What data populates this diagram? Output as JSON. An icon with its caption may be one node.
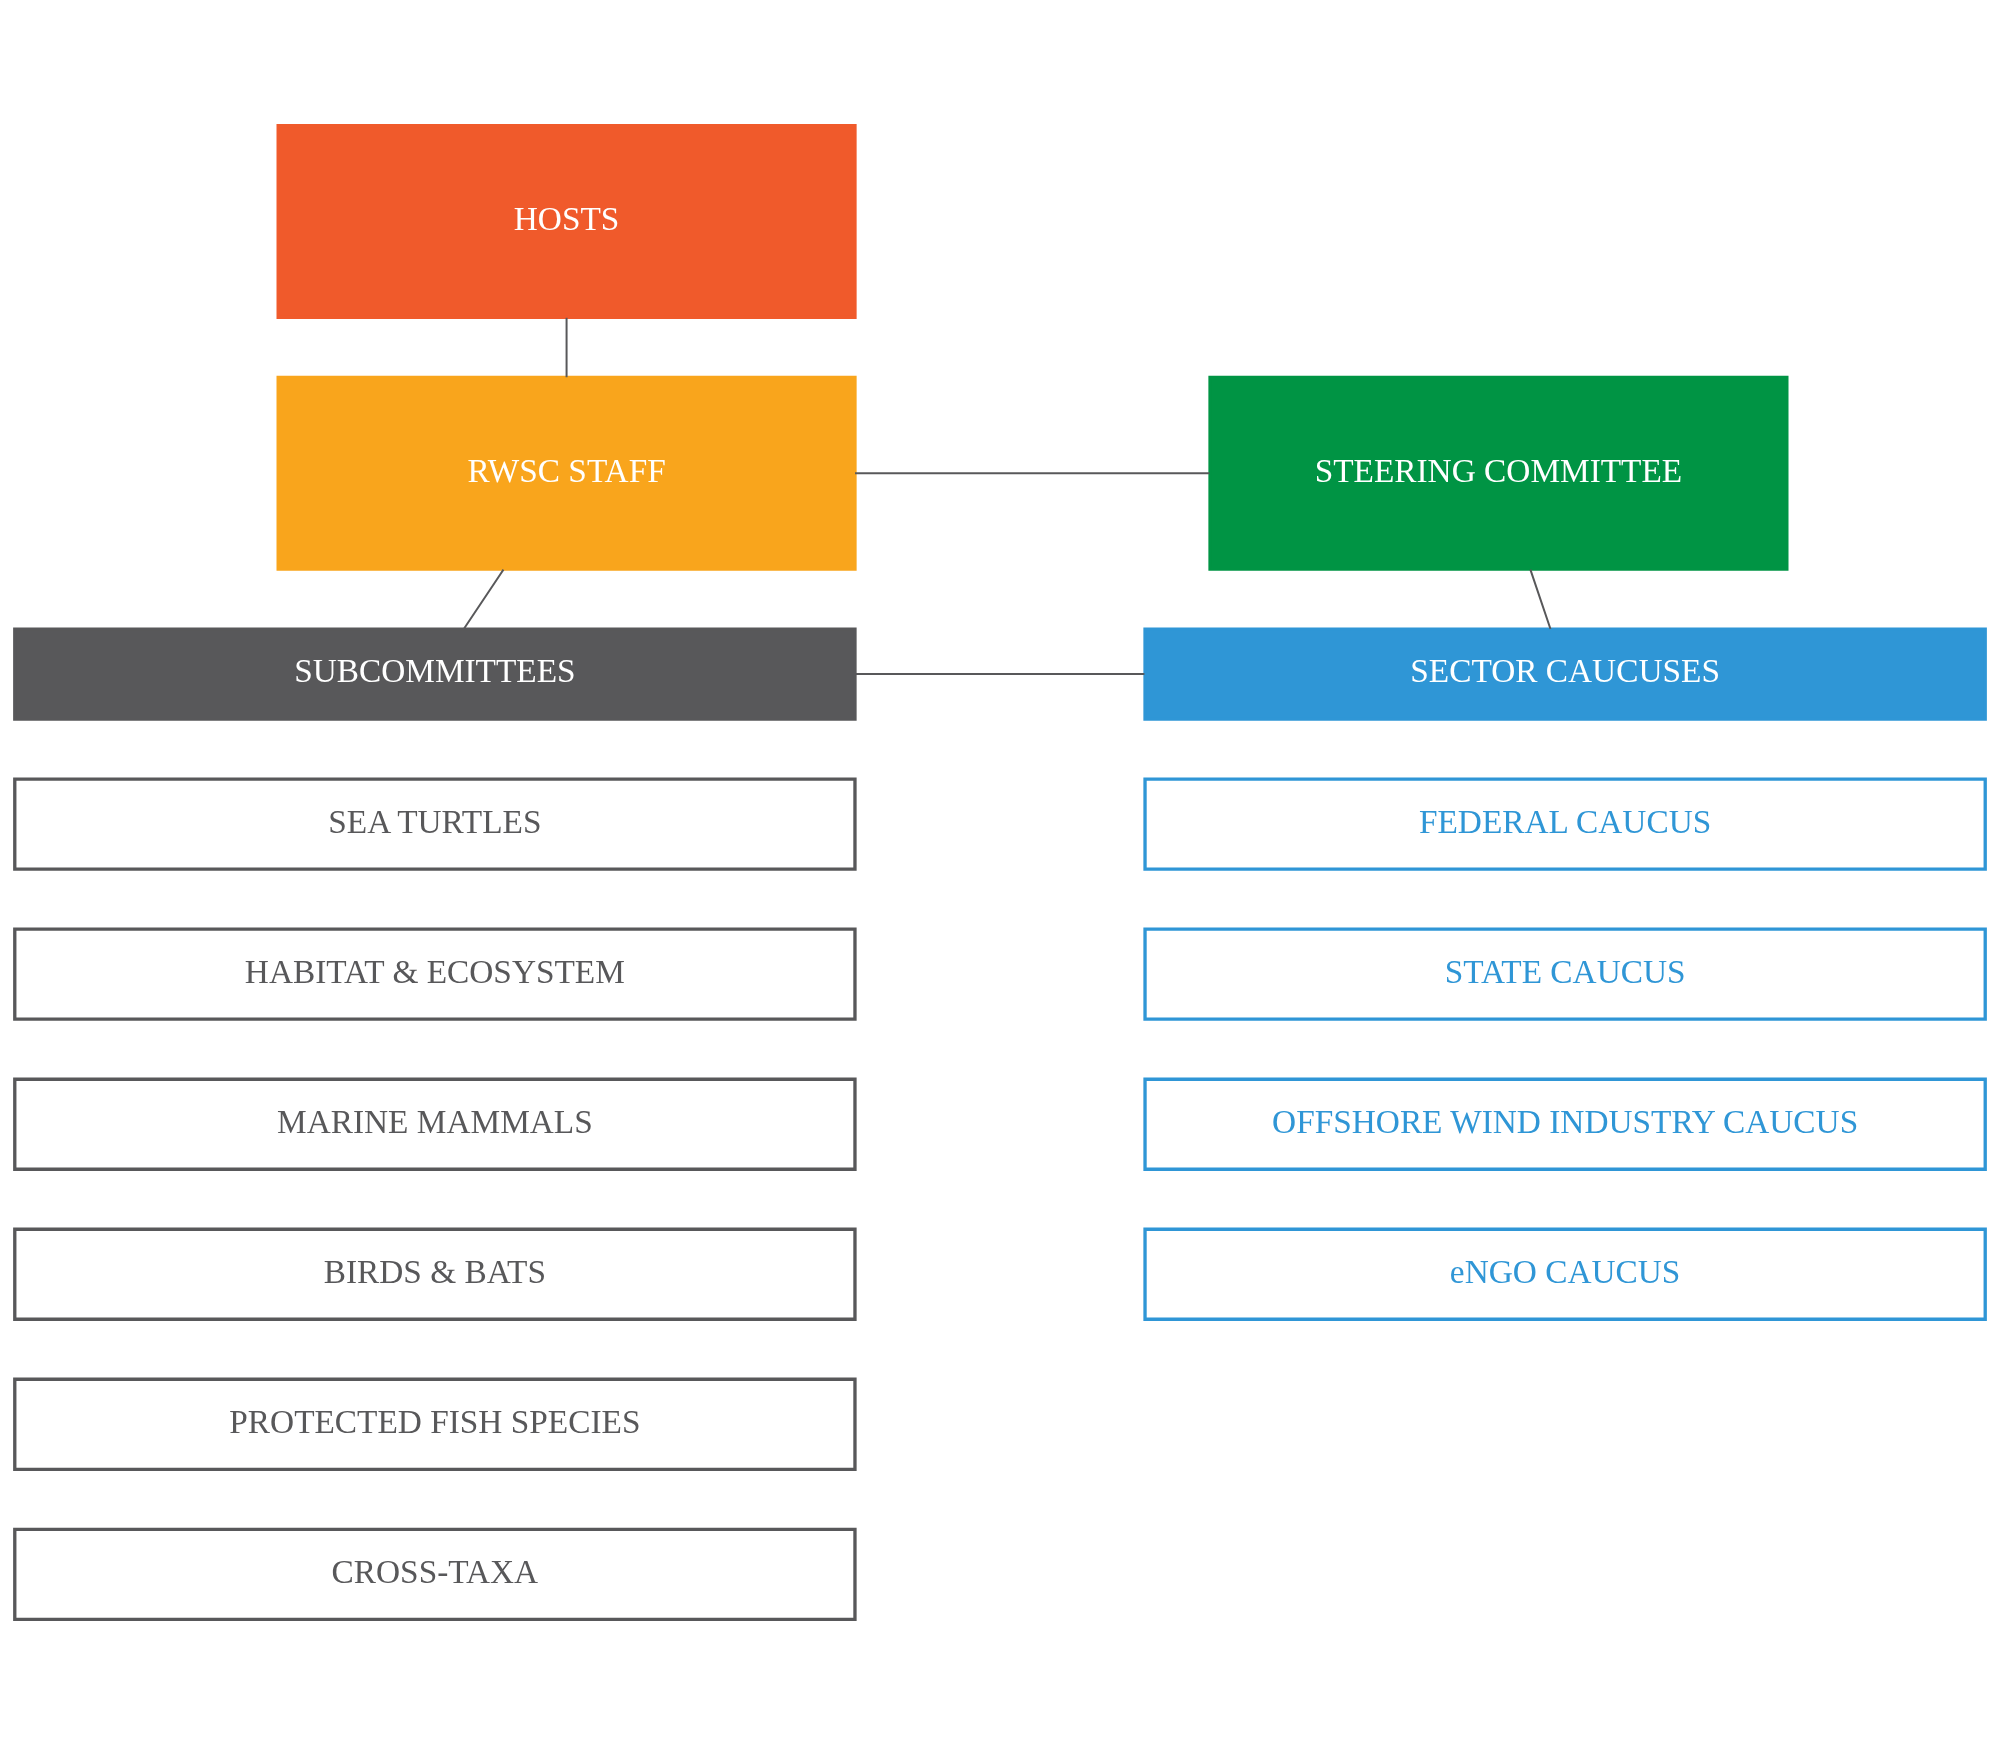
{
  "diagram": {
    "nodes": [
      {
        "text": [
          "HOSTS"
        ]
      },
      {
        "text": [
          "RWSC STAFF"
        ]
      },
      {
        "text": [
          "STEERING COMMITTEE"
        ]
      },
      {
        "text": [
          "SUBCOMMITTEES"
        ]
      },
      {
        "text": [
          "SECTOR CAUCUSES"
        ]
      },
      {
        "text": [
          "SEA TURTLES"
        ]
      },
      {
        "text": [
          "HABITAT & ECOSYSTEM"
        ]
      },
      {
        "text": [
          "MARINE MAMMALS"
        ]
      },
      {
        "text": [
          "BIRDS & BATS"
        ]
      },
      {
        "text": [
          "PROTECTED FISH SPECIES"
        ]
      },
      {
        "text": [
          "CROSS-TAXA"
        ]
      },
      {
        "text": [
          "FEDERAL CAUCUS"
        ]
      },
      {
        "text": [
          "STATE CAUCUS"
        ]
      },
      {
        "text": [
          "OFFSHORE WIND INDUSTRY CAUCUS"
        ]
      },
      {
        "text": [
          "eNGO CAUCUS"
        ]
      }
    ],
    "edges": [
      {
        "from": 0,
        "to": 1,
        "arrow": "none"
      },
      {
        "from": 1,
        "to": 2,
        "arrow": "none"
      },
      {
        "from": 1,
        "to": 3,
        "arrow": "none"
      },
      {
        "from": 2,
        "to": 4,
        "arrow": "none"
      },
      {
        "from": 3,
        "to": 4,
        "arrow": "none"
      }
    ]
  }
}
